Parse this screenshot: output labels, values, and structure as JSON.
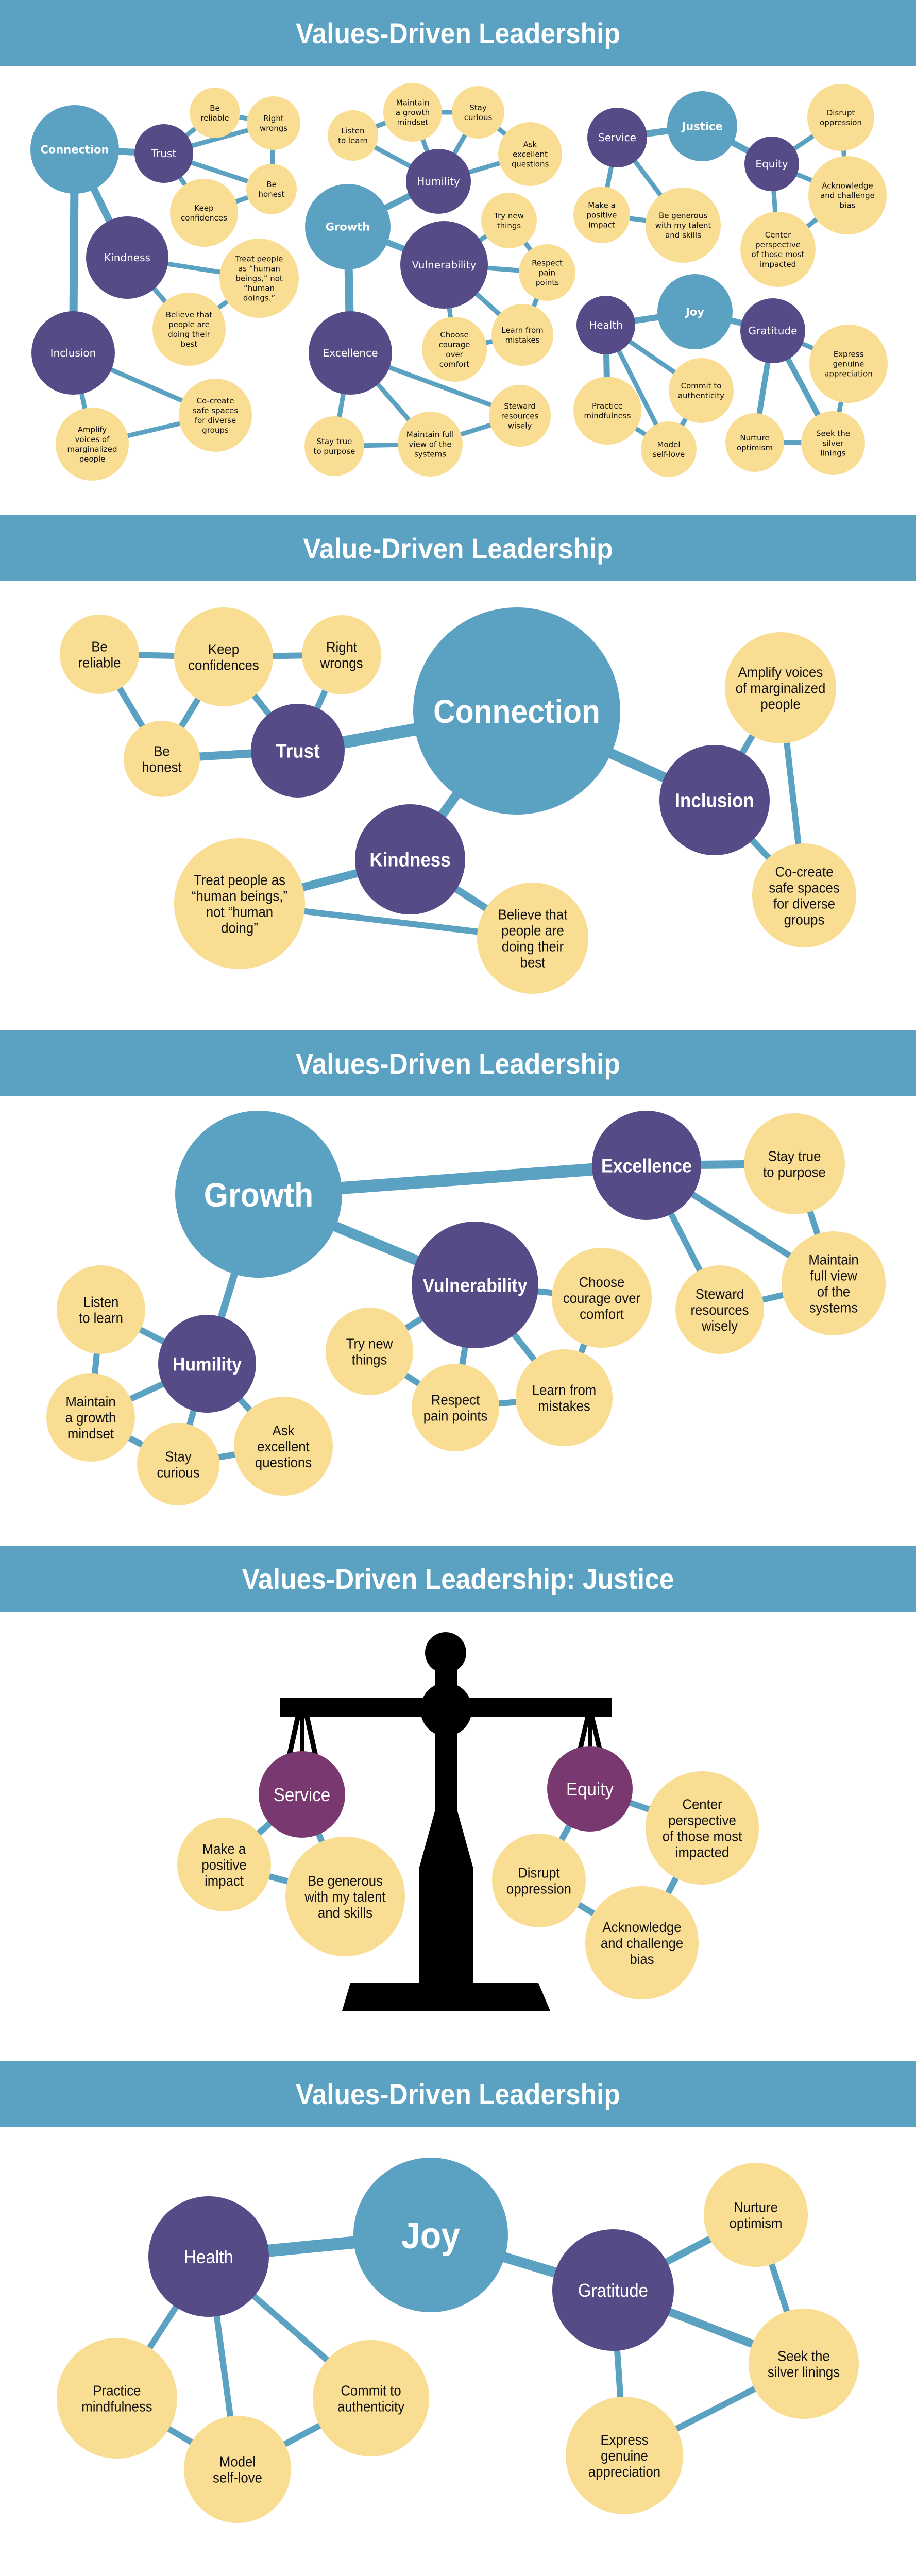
{
  "colors": {
    "hub": "#5ba1c2",
    "mid": "#574b87",
    "leaf": "#f8dd93",
    "plum": "#7a3870",
    "edge": "#5ba1c2",
    "header": "#5ba1c2"
  },
  "sections": [
    {
      "title": "Values-Driven Leadership",
      "nodes": {
        "connection": [
          "Connection"
        ],
        "trust": [
          "Trust"
        ],
        "be_reliable": [
          "Be",
          "reliable"
        ],
        "right_wrongs": [
          "Right",
          "wrongs"
        ],
        "be_honest": [
          "Be",
          "honest"
        ],
        "keep_conf": [
          "Keep",
          "confidences"
        ],
        "kindness": [
          "Kindness"
        ],
        "treat": [
          "Treat people",
          "as “human",
          "beings,” not",
          "“human",
          "doings.”"
        ],
        "believe": [
          "Believe that",
          "people are",
          "doing their",
          "best"
        ],
        "inclusion": [
          "Inclusion"
        ],
        "cocreate": [
          "Co-create",
          "safe spaces",
          "for diverse",
          "groups"
        ],
        "amplify": [
          "Amplify",
          "voices of",
          "marginalized",
          "people"
        ],
        "growth": [
          "Growth"
        ],
        "humility": [
          "Humility"
        ],
        "listen": [
          "Listen",
          "to learn"
        ],
        "maintain_growth": [
          "Maintain",
          "a growth",
          "mindset"
        ],
        "stay_curious": [
          "Stay",
          "curious"
        ],
        "ask": [
          "Ask",
          "excellent",
          "questions"
        ],
        "vulnerability": [
          "Vulnerability"
        ],
        "try_new": [
          "Try new",
          "things"
        ],
        "respect": [
          "Respect",
          "pain",
          "points"
        ],
        "learn": [
          "Learn from",
          "mistakes"
        ],
        "choose": [
          "Choose",
          "courage",
          "over",
          "comfort"
        ],
        "excellence": [
          "Excellence"
        ],
        "stay_true": [
          "Stay true",
          "to purpose"
        ],
        "full_view": [
          "Maintain full",
          "view of the",
          "systems"
        ],
        "steward": [
          "Steward",
          "resources",
          "wisely"
        ],
        "service": [
          "Service"
        ],
        "justice": [
          "Justice"
        ],
        "equity": [
          "Equity"
        ],
        "disrupt": [
          "Disrupt",
          "oppression"
        ],
        "acknowledge": [
          "Acknowledge",
          "and challenge",
          "bias"
        ],
        "center": [
          "Center",
          "perspective",
          "of those most",
          "impacted"
        ],
        "make_positive": [
          "Make a",
          "positive",
          "impact"
        ],
        "generous": [
          "Be generous",
          "with my talent",
          "and skills"
        ],
        "joy": [
          "Joy"
        ],
        "health": [
          "Health"
        ],
        "gratitude": [
          "Gratitude"
        ],
        "express": [
          "Express",
          "genuine",
          "appreciation"
        ],
        "practice": [
          "Practice",
          "mindfulness"
        ],
        "model": [
          "Model",
          "self-love"
        ],
        "commit": [
          "Commit to",
          "authenticity"
        ],
        "nurture": [
          "Nurture",
          "optimism"
        ],
        "seek": [
          "Seek the",
          "silver",
          "linings"
        ]
      }
    },
    {
      "title": "Value-Driven Leadership",
      "nodes": {
        "be_reliable": [
          "Be",
          "reliable"
        ],
        "keep_conf": [
          "Keep",
          "confidences"
        ],
        "right_wrongs": [
          "Right",
          "wrongs"
        ],
        "be_honest": [
          "Be",
          "honest"
        ],
        "trust": [
          "Trust"
        ],
        "connection": [
          "Connection"
        ],
        "amplify": [
          "Amplify voices",
          "of marginalized",
          "people"
        ],
        "inclusion": [
          "Inclusion"
        ],
        "cocreate": [
          "Co-create",
          "safe spaces",
          "for diverse",
          "groups"
        ],
        "kindness": [
          "Kindness"
        ],
        "treat": [
          "Treat people as",
          "“human beings,”",
          "not “human",
          "doing”"
        ],
        "believe": [
          "Believe that",
          "people are",
          "doing their",
          "best"
        ]
      }
    },
    {
      "title": "Values-Driven Leadership",
      "nodes": {
        "growth": [
          "Growth"
        ],
        "excellence": [
          "Excellence"
        ],
        "stay_true": [
          "Stay true",
          "to purpose"
        ],
        "full_view": [
          "Maintain",
          "full view",
          "of the",
          "systems"
        ],
        "steward": [
          "Steward",
          "resources",
          "wisely"
        ],
        "vulnerability": [
          "Vulnerability"
        ],
        "choose": [
          "Choose",
          "courage over",
          "comfort"
        ],
        "try_new": [
          "Try new",
          "things"
        ],
        "respect": [
          "Respect",
          "pain points"
        ],
        "learn": [
          "Learn from",
          "mistakes"
        ],
        "humility": [
          "Humility"
        ],
        "listen": [
          "Listen",
          "to learn"
        ],
        "maintain_growth": [
          "Maintain",
          "a growth",
          "mindset"
        ],
        "stay_curious": [
          "Stay",
          "curious"
        ],
        "ask": [
          "Ask",
          "excellent",
          "questions"
        ]
      }
    },
    {
      "title": "Values-Driven Leadership: Justice",
      "nodes": {
        "service": [
          "Service"
        ],
        "equity": [
          "Equity"
        ],
        "make_positive": [
          "Make a",
          "positive",
          "impact"
        ],
        "generous": [
          "Be generous",
          "with my talent",
          "and skills"
        ],
        "disrupt": [
          "Disrupt",
          "oppression"
        ],
        "center": [
          "Center",
          "perspective",
          "of those most",
          "impacted"
        ],
        "acknowledge": [
          "Acknowledge",
          "and challenge",
          "bias"
        ]
      }
    },
    {
      "title": "Values-Driven Leadership",
      "nodes": {
        "joy": [
          "Joy"
        ],
        "health": [
          "Health"
        ],
        "gratitude": [
          "Gratitude"
        ],
        "nurture": [
          "Nurture",
          "optimism"
        ],
        "seek": [
          "Seek the",
          "silver linings"
        ],
        "express": [
          "Express",
          "genuine",
          "appreciation"
        ],
        "practice": [
          "Practice",
          "mindfulness"
        ],
        "model": [
          "Model",
          "self-love"
        ],
        "commit": [
          "Commit to",
          "authenticity"
        ]
      }
    }
  ]
}
